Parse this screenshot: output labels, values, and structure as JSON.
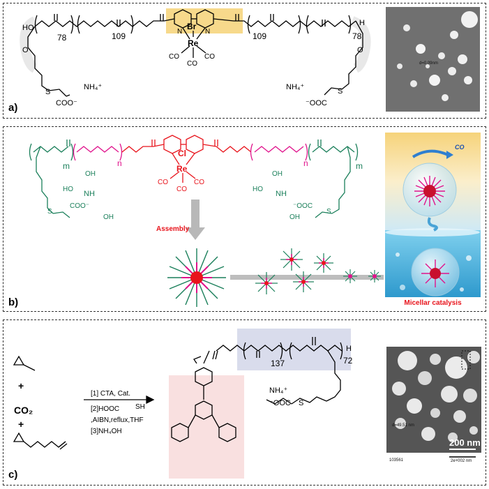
{
  "panels": [
    {
      "label": "a)"
    },
    {
      "label": "b)"
    },
    {
      "label": "c)"
    }
  ],
  "panel_a": {
    "subscripts": [
      "78",
      "109",
      "109",
      "78"
    ],
    "ho": "HO",
    "h": "H",
    "counterion_left": "NH₄⁺",
    "counterion_right": "NH₄⁺",
    "carboxylate_left": "COO⁻",
    "carboxylate_right": "⁻OOC",
    "metal": "Re",
    "halide": "Br",
    "co": "CO",
    "n": "N",
    "o": "O",
    "s": "S",
    "tem_scale": "d=0.09nm"
  },
  "panel_b": {
    "m": "m",
    "n": "n",
    "metal": "Re",
    "halide": "Cl",
    "co": "CO",
    "assembly": "Assembly",
    "oh": "OH",
    "ho": "HO",
    "amine": "NH",
    "carboxylate_left": "COO⁻",
    "carboxylate_right": "⁻OOC",
    "s": "S",
    "illustration_caption": "Micellar catalysis",
    "bubble_label": "CO"
  },
  "panel_c": {
    "plus1": "+",
    "plus2": "+",
    "co2": "CO₂",
    "step1": "[1] CTA, Cat.",
    "step2": "[2]HOOC",
    "step2b": "SH",
    "step2c": ",AIBN,reflux,THF",
    "step3": "[3]NH₄OH",
    "subscripts": [
      "137",
      "72"
    ],
    "h": "H",
    "counterion": "NH₄⁺",
    "carboxylate": "⁻OOC",
    "s": "S",
    "scale_bar": "200 nm",
    "tem_small_label": "d=49.51 nm",
    "tem_id": "103561",
    "tem_scale_text": "2e+002 nm"
  },
  "colors": {
    "red": "#e8141c",
    "magenta": "#e0138c",
    "green": "#1a7f5a",
    "yellow_highlight": "#f7d98b",
    "blue_highlight": "#d9dcec",
    "pink_highlight": "#f9e0e0"
  }
}
